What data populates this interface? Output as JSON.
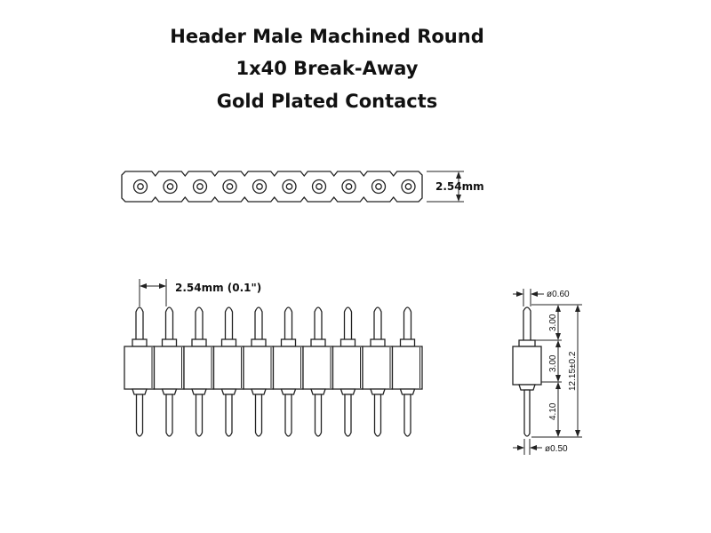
{
  "title": {
    "line1": "Header Male Machined Round",
    "line2": "1x40 Break-Away",
    "line3": "Gold Plated Contacts"
  },
  "top_view": {
    "width_label": "2.54mm",
    "pin_count_shown": 10
  },
  "side_view": {
    "pitch_label": "2.54mm (0.1\")",
    "pin_count_shown": 10
  },
  "detail_view": {
    "top_diameter": "ø0.60",
    "bottom_diameter": "ø0.50",
    "upper_pin_length": "3.00",
    "body_height": "3.00",
    "lower_pin_length": "4.10",
    "total_length": "12.15±0.2"
  }
}
